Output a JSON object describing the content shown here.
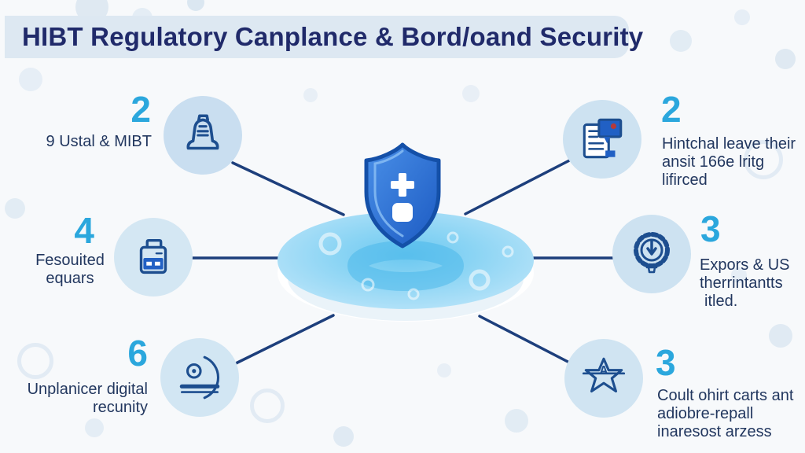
{
  "header": {
    "title": "HIBT Regulatory Canplance & Bord/oand Security"
  },
  "center": {
    "icon": "shield-lock-icon"
  },
  "nodes": [
    {
      "position": "top-left",
      "number": "2",
      "icon": "bell-icon",
      "lines": [
        "9 Ustal & MIBT"
      ]
    },
    {
      "position": "middle-left",
      "number": "4",
      "icon": "archive-card-icon",
      "lines": [
        "Fesouited",
        "equars"
      ]
    },
    {
      "position": "bottom-left",
      "number": "6",
      "icon": "security-camera-icon",
      "lines": [
        "Unplanicer digital",
        "recunity"
      ]
    },
    {
      "position": "top-right",
      "number": "2",
      "icon": "document-alert-icon",
      "lines": [
        "Hintchal leave their",
        "ansit 166e lritg",
        "lifirced"
      ]
    },
    {
      "position": "middle-right",
      "number": "3",
      "icon": "gear-power-icon",
      "lines": [
        "Expors & US",
        "therrintantts",
        "itled."
      ]
    },
    {
      "position": "bottom-right",
      "number": "3",
      "icon": "star-badge-icon",
      "lines": [
        "Coult ohirt carts ant",
        "adiobre-repall",
        "inaresost arzess"
      ]
    }
  ],
  "colors": {
    "accent_number": "#2ba7dd",
    "label_text": "#22375f",
    "title_text": "#202a6a",
    "icon_stroke": "#1d4e8f",
    "connector_line": "#1d3f7c",
    "circle_fill": "#cfe3f1",
    "shield_fill": "#2e6fd6",
    "platform_fill": "#8ad4f4",
    "banner_fill": "#dde8f2"
  }
}
